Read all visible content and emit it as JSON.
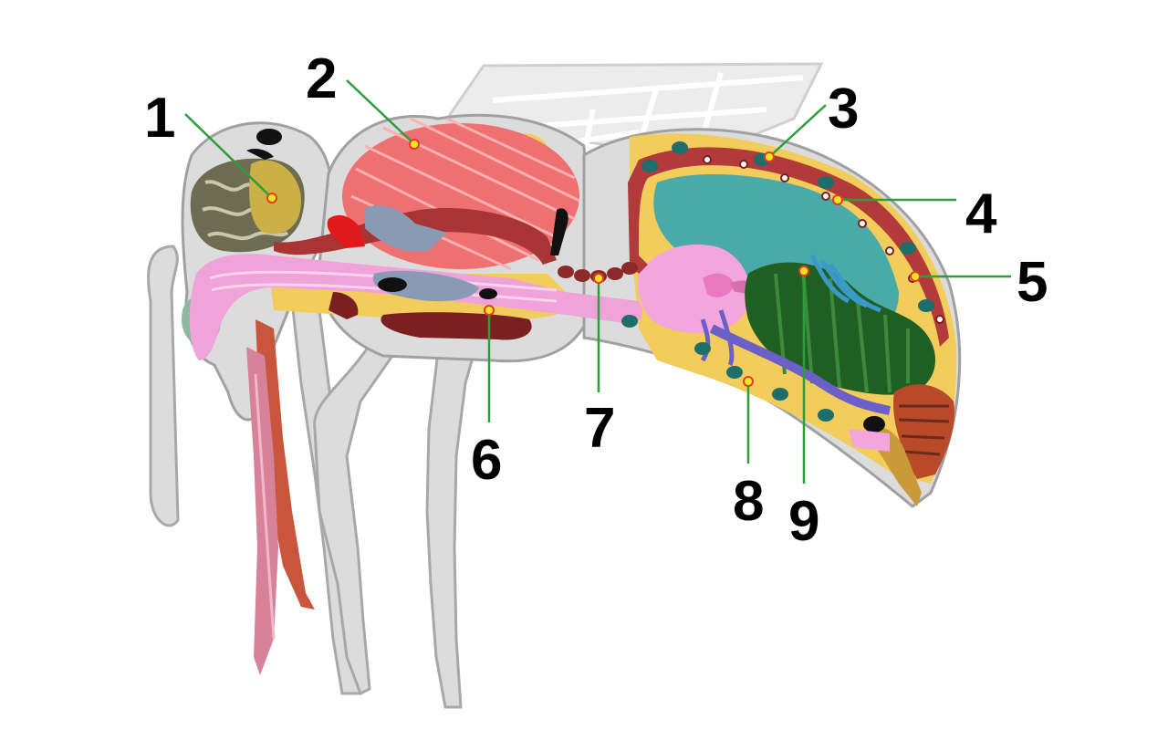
{
  "diagram": {
    "callout_labels": [
      "1",
      "2",
      "3",
      "4",
      "5",
      "6",
      "7",
      "8",
      "9"
    ]
  },
  "colors": {
    "body_fill": "#dcdcdc",
    "body_outline": "#9a9a9a",
    "leader_line": "#2e9e3a",
    "marker_fill": "#f5e51e",
    "marker_ring": "#e23b2a",
    "fat_body": "#f2cd5c",
    "muscle": "#ee6b6b",
    "gut": "#f0a3d8",
    "heart": "#b23a3a",
    "air_sac": "#49aaa8",
    "ventriculus": "#1f5f22",
    "nerve": "#6a60c8",
    "brain": "#6e6b52"
  }
}
